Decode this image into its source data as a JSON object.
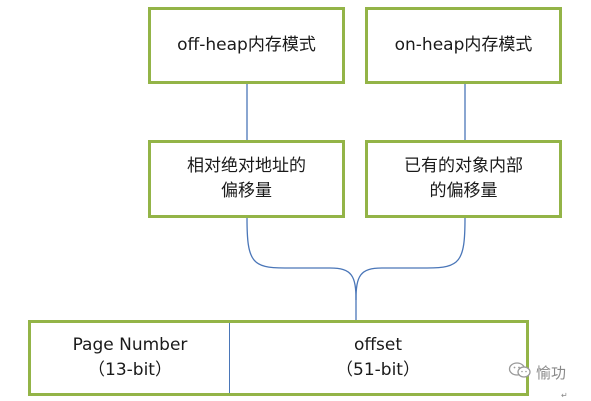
{
  "boxes": {
    "off_heap_mode": "off-heap内存模式",
    "on_heap_mode": "on-heap内存模式",
    "off_heap_offset_line1": "相对绝对地址的",
    "off_heap_offset_line2": "偏移量",
    "on_heap_offset_line1": "已有的对象内部",
    "on_heap_offset_line2": "的偏移量"
  },
  "address": {
    "page_number_label": "Page Number",
    "page_number_bits": "（13-bit）",
    "offset_label": "offset",
    "offset_bits": "（51-bit）"
  },
  "watermark": {
    "text": "愉功"
  },
  "colors": {
    "box_border": "#93b447",
    "connector": "#4a76b8"
  },
  "icons": {
    "watermark_icon": "wechat-icon"
  }
}
